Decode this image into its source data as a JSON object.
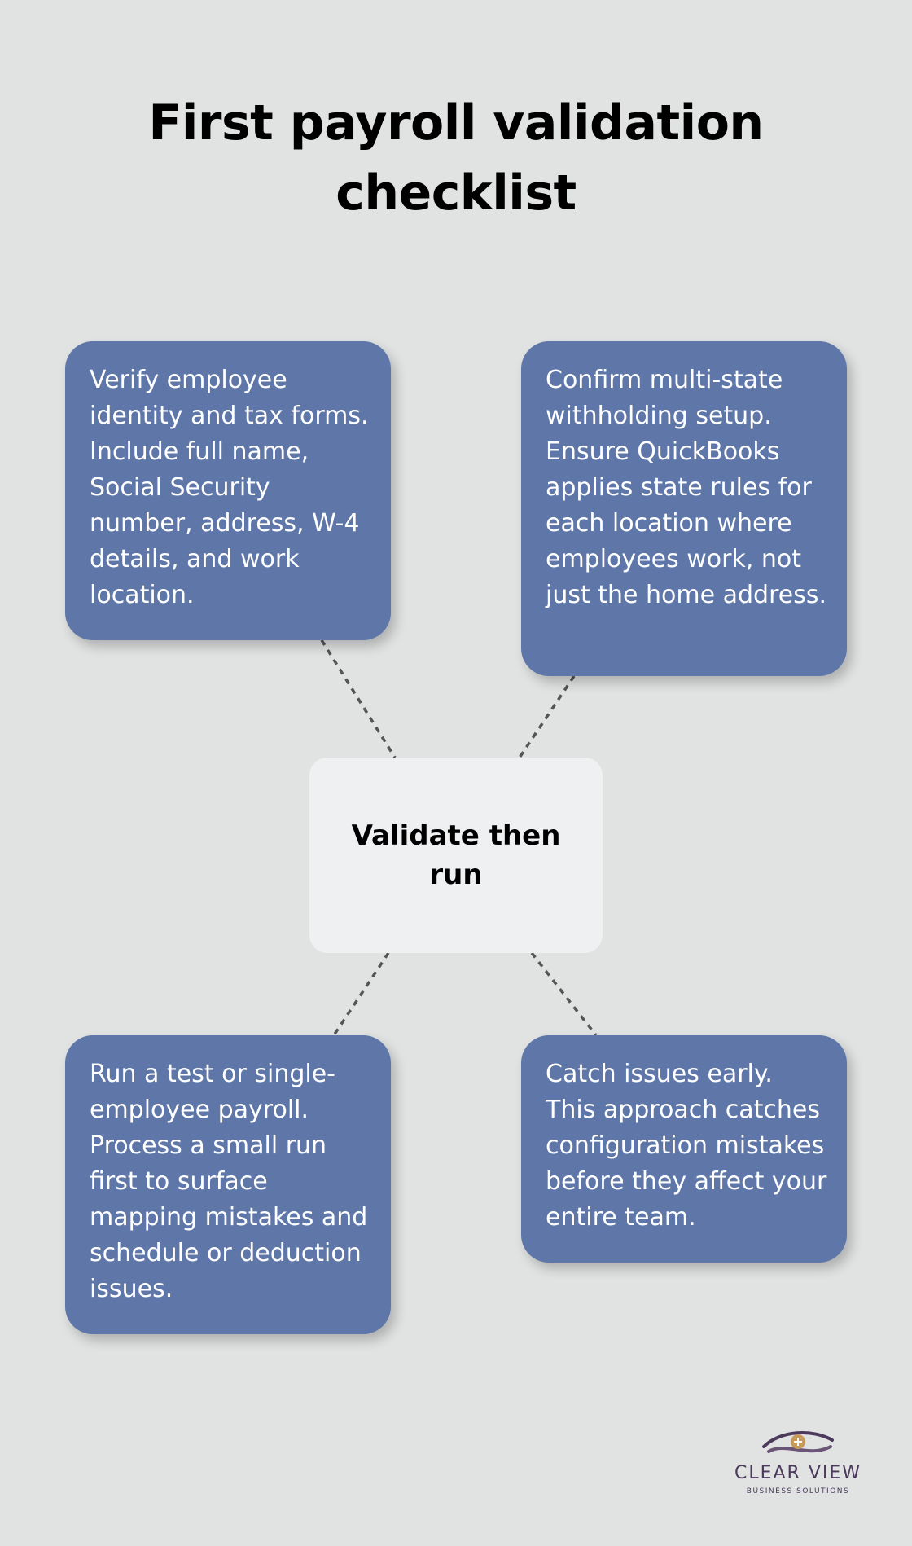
{
  "title": "First payroll validation checklist",
  "center": {
    "label": "Validate then run"
  },
  "cards": {
    "top_left": "Verify employee identity and tax forms. Include full name, Social Security number, address, W-4 details, and work location.",
    "top_right": "Confirm multi-state withholding setup. Ensure QuickBooks applies state rules for each location where employees work, not just the home address.",
    "bottom_left": "Run a test or single-employee payroll. Process a small run first to surface mapping mistakes and schedule or deduction issues.",
    "bottom_right": "Catch issues early. This approach catches configuration mistakes before they affect your entire team."
  },
  "logo": {
    "name": "CLEAR VIEW",
    "tagline": "BUSINESS SOLUTIONS"
  },
  "colors": {
    "background": "#e1e2e2",
    "card": "#5e76a8",
    "center_box": "#eff0f2",
    "connector": "#555555",
    "logo_purple": "#4b3a5c",
    "logo_gold": "#c89a5a"
  }
}
